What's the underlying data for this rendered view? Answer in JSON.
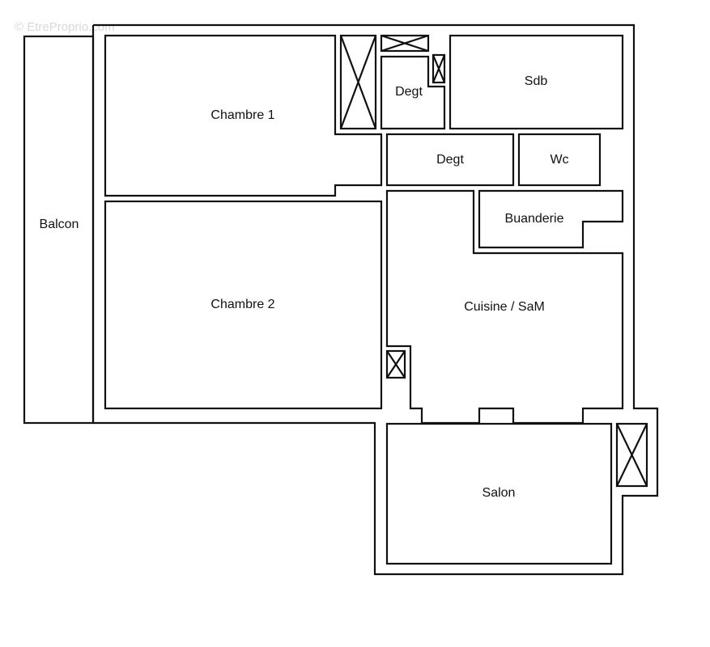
{
  "watermark": "© EtreProprio.com",
  "rooms": {
    "balcon": "Balcon",
    "chambre1": "Chambre 1",
    "chambre2": "Chambre 2",
    "degt_top": "Degt",
    "degt_mid": "Degt",
    "sdb": "Sdb",
    "wc": "Wc",
    "buanderie": "Buanderie",
    "cuisine": "Cuisine / SaM",
    "salon": "Salon"
  },
  "colors": {
    "wall": "#111111",
    "background": "#ffffff"
  }
}
